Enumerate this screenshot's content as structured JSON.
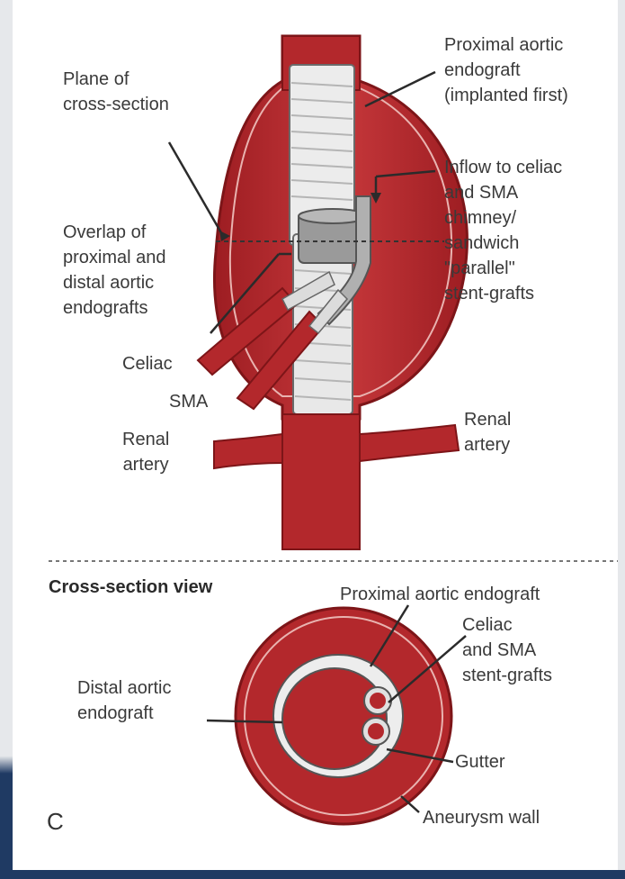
{
  "labels": {
    "plane_of_cross_section": "Plane of\ncross-section",
    "proximal_graft_top": "Proximal aortic\nendograft\n(implanted first)",
    "inflow": "Inflow to celiac\nand SMA\nchimney/\nsandwich\n\"parallel\"\nstent-grafts",
    "overlap": "Overlap of\nproximal and\ndistal aortic\nendografts",
    "celiac": "Celiac",
    "sma": "SMA",
    "renal_left": "Renal\nartery",
    "renal_right": "Renal\nartery",
    "cross_section_view": "Cross-section view",
    "proximal_graft_bottom": "Proximal aortic endograft",
    "distal_graft": "Distal aortic\nendograft",
    "celiac_sma_stents": "Celiac\nand SMA\nstent-grafts",
    "gutter": "Gutter",
    "aneurysm_wall": "Aneurysm wall",
    "panel_letter": "C"
  },
  "colors": {
    "vessel_red": "#b3282c",
    "vessel_dark": "#7d1518",
    "graft_white": "#ececec",
    "overlap_gray": "#9a9a9a"
  }
}
